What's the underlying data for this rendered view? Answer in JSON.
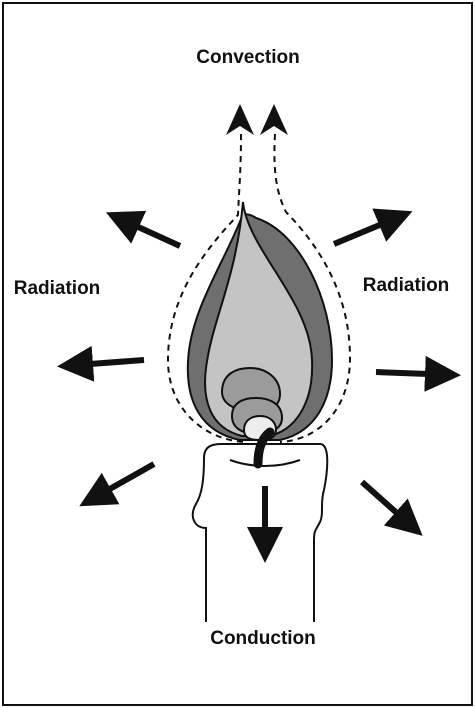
{
  "labels": {
    "convection": "Convection",
    "radiation_left": "Radiation",
    "radiation_right": "Radiation",
    "conduction": "Conduction"
  },
  "colors": {
    "outline": "#111111",
    "outer_flame": "#6f6f6f",
    "inner_flame": "#c4c4c4",
    "core_outer": "#9b9b9b",
    "core_inner": "#ededed",
    "candle": "#ffffff"
  }
}
